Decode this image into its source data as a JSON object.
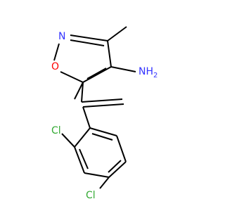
{
  "molecule": {
    "atoms": [
      {
        "id": "N1",
        "label": "N",
        "color": "#3333ff"
      },
      {
        "id": "O1",
        "label": "O",
        "color": "#ff0000"
      },
      {
        "id": "NH2",
        "label": "NH",
        "sub": "2",
        "color": "#3333ff"
      },
      {
        "id": "Cl1",
        "label": "Cl",
        "color": "#33aa33"
      },
      {
        "id": "Cl2",
        "label": "Cl",
        "color": "#33aa33"
      }
    ]
  }
}
